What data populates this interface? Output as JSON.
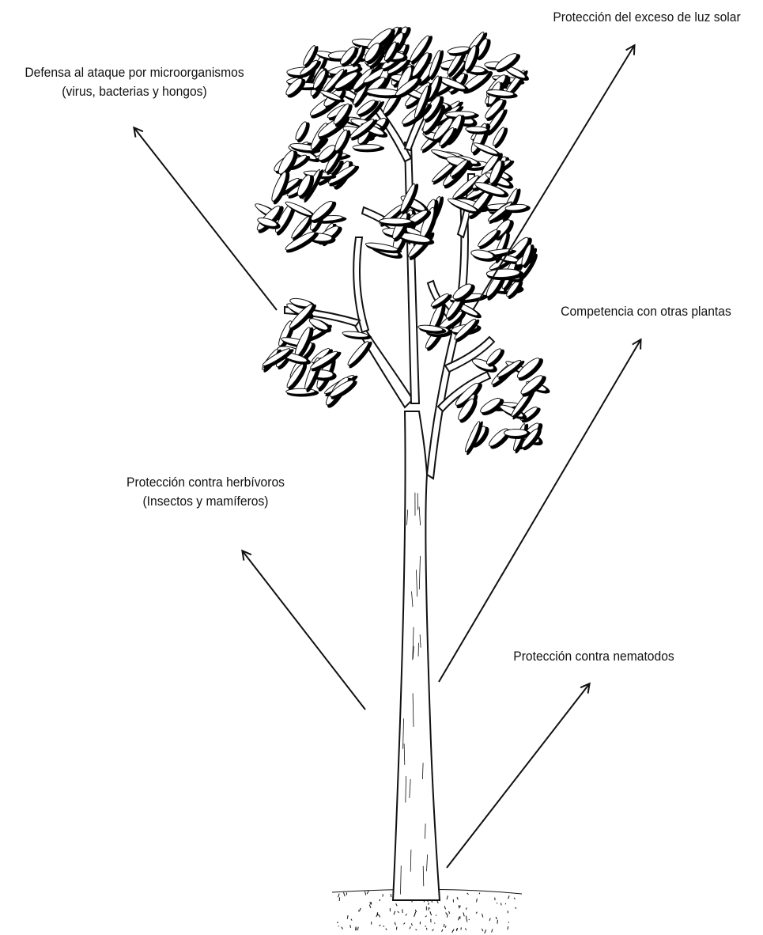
{
  "labels": {
    "microorganisms": {
      "line1": "Defensa al ataque por microorganismos",
      "line2": "(virus, bacterias y hongos)"
    },
    "sunlight": {
      "line1": "Protección del exceso de luz solar"
    },
    "competition": {
      "line1": "Competencia con otras plantas"
    },
    "herbivores": {
      "line1": "Protección contra herbívoros",
      "line2": "(Insectos y mamíferos)"
    },
    "nematodes": {
      "line1": "Protección contra nematodos"
    }
  },
  "colors": {
    "ink": "#111111",
    "paper": "#ffffff",
    "foliage_shadow": "#000000"
  }
}
